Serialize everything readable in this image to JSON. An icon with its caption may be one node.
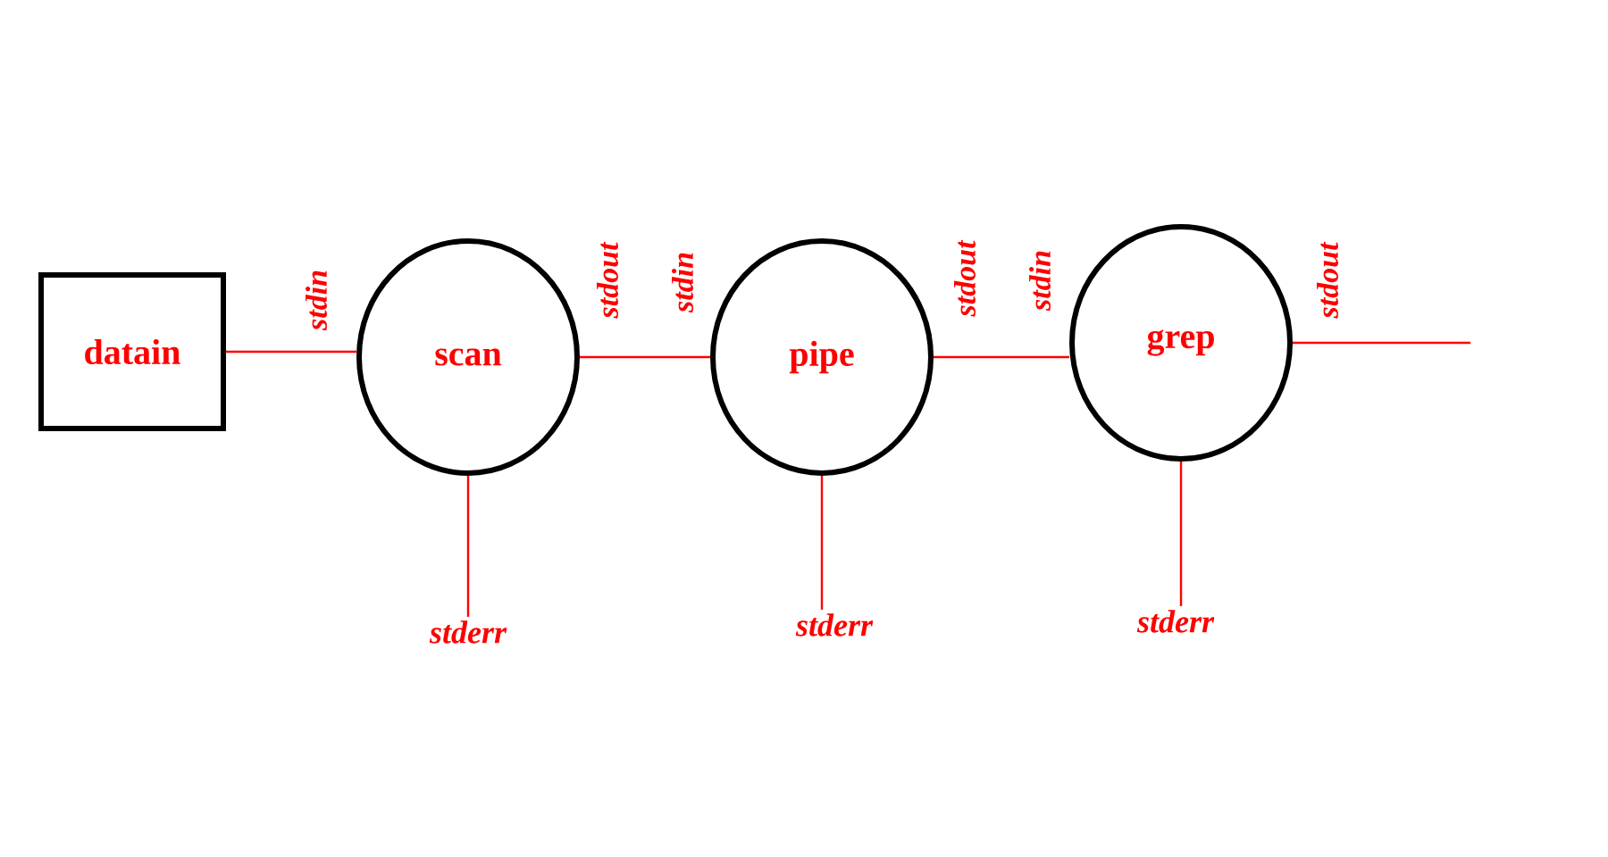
{
  "diagram": {
    "nodes": [
      {
        "text": [
          "datain"
        ]
      },
      {
        "text": [
          "scan"
        ]
      },
      {
        "text": [
          "pipe"
        ]
      },
      {
        "text": [
          "grep"
        ]
      },
      {
        "text": [
          "stderr"
        ]
      },
      {
        "text": [
          "stderr"
        ]
      },
      {
        "text": [
          "stderr"
        ]
      }
    ],
    "edges": [
      {
        "from": 0,
        "to": 1,
        "arrow": "none"
      },
      {
        "from": 1,
        "to": 2,
        "arrow": "none"
      },
      {
        "from": 2,
        "to": 3,
        "arrow": "none"
      },
      {
        "from": 3,
        "to": null,
        "arrow": "none"
      },
      {
        "from": 1,
        "to": 4,
        "arrow": "none"
      },
      {
        "from": 2,
        "to": 5,
        "arrow": "none"
      },
      {
        "from": 3,
        "to": 6,
        "arrow": "none"
      }
    ],
    "labels": [
      "stdin",
      "stdout",
      "stdin",
      "stdout",
      "stdin",
      "stdout"
    ]
  }
}
